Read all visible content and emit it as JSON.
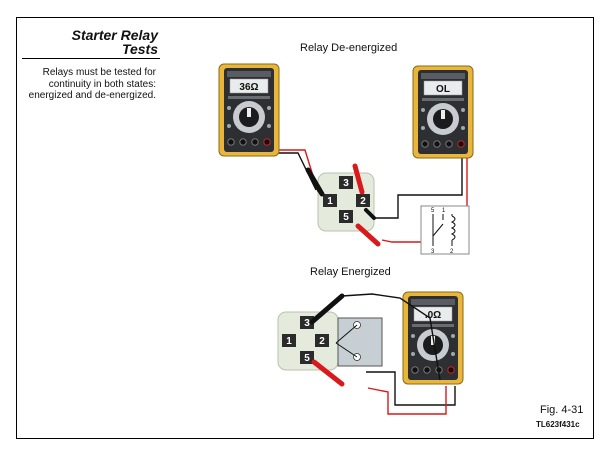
{
  "sidebar": {
    "title_line1": "Starter Relay",
    "title_line2": "Tests",
    "description": "Relays must be tested for continuity in both states: energized and de-energized."
  },
  "diagram": {
    "label_deenergized": "Relay De-energized",
    "label_energized": "Relay Energized",
    "meter_left_reading": "36Ω",
    "meter_right_reading": "OL",
    "meter_bottom_reading": ".0Ω",
    "terminals_top": [
      "3",
      "1",
      "2",
      "5"
    ],
    "terminals_bottom": [
      "3",
      "1",
      "2",
      "5"
    ],
    "schematic_pins": [
      "5",
      "1",
      "3",
      "2"
    ],
    "figure_number": "Fig. 4-31",
    "figure_code": "TL623f431c"
  },
  "colors": {
    "meter_yellow": "#e8b63a",
    "lead_red": "#d9191c",
    "lead_black": "#111111",
    "relay_bg": "#e4eadc"
  }
}
